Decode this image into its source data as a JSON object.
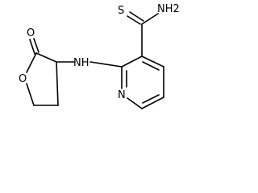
{
  "molecule": {
    "atoms": {
      "thione_s": "S",
      "amide_n": "NH2",
      "bridge_nh": "NH",
      "carbonyl_o": "O",
      "ring_o": "O",
      "pyridine_n": "N"
    },
    "colors": {
      "bond": "#000000",
      "label": "#000000",
      "background": "#ffffff"
    }
  }
}
